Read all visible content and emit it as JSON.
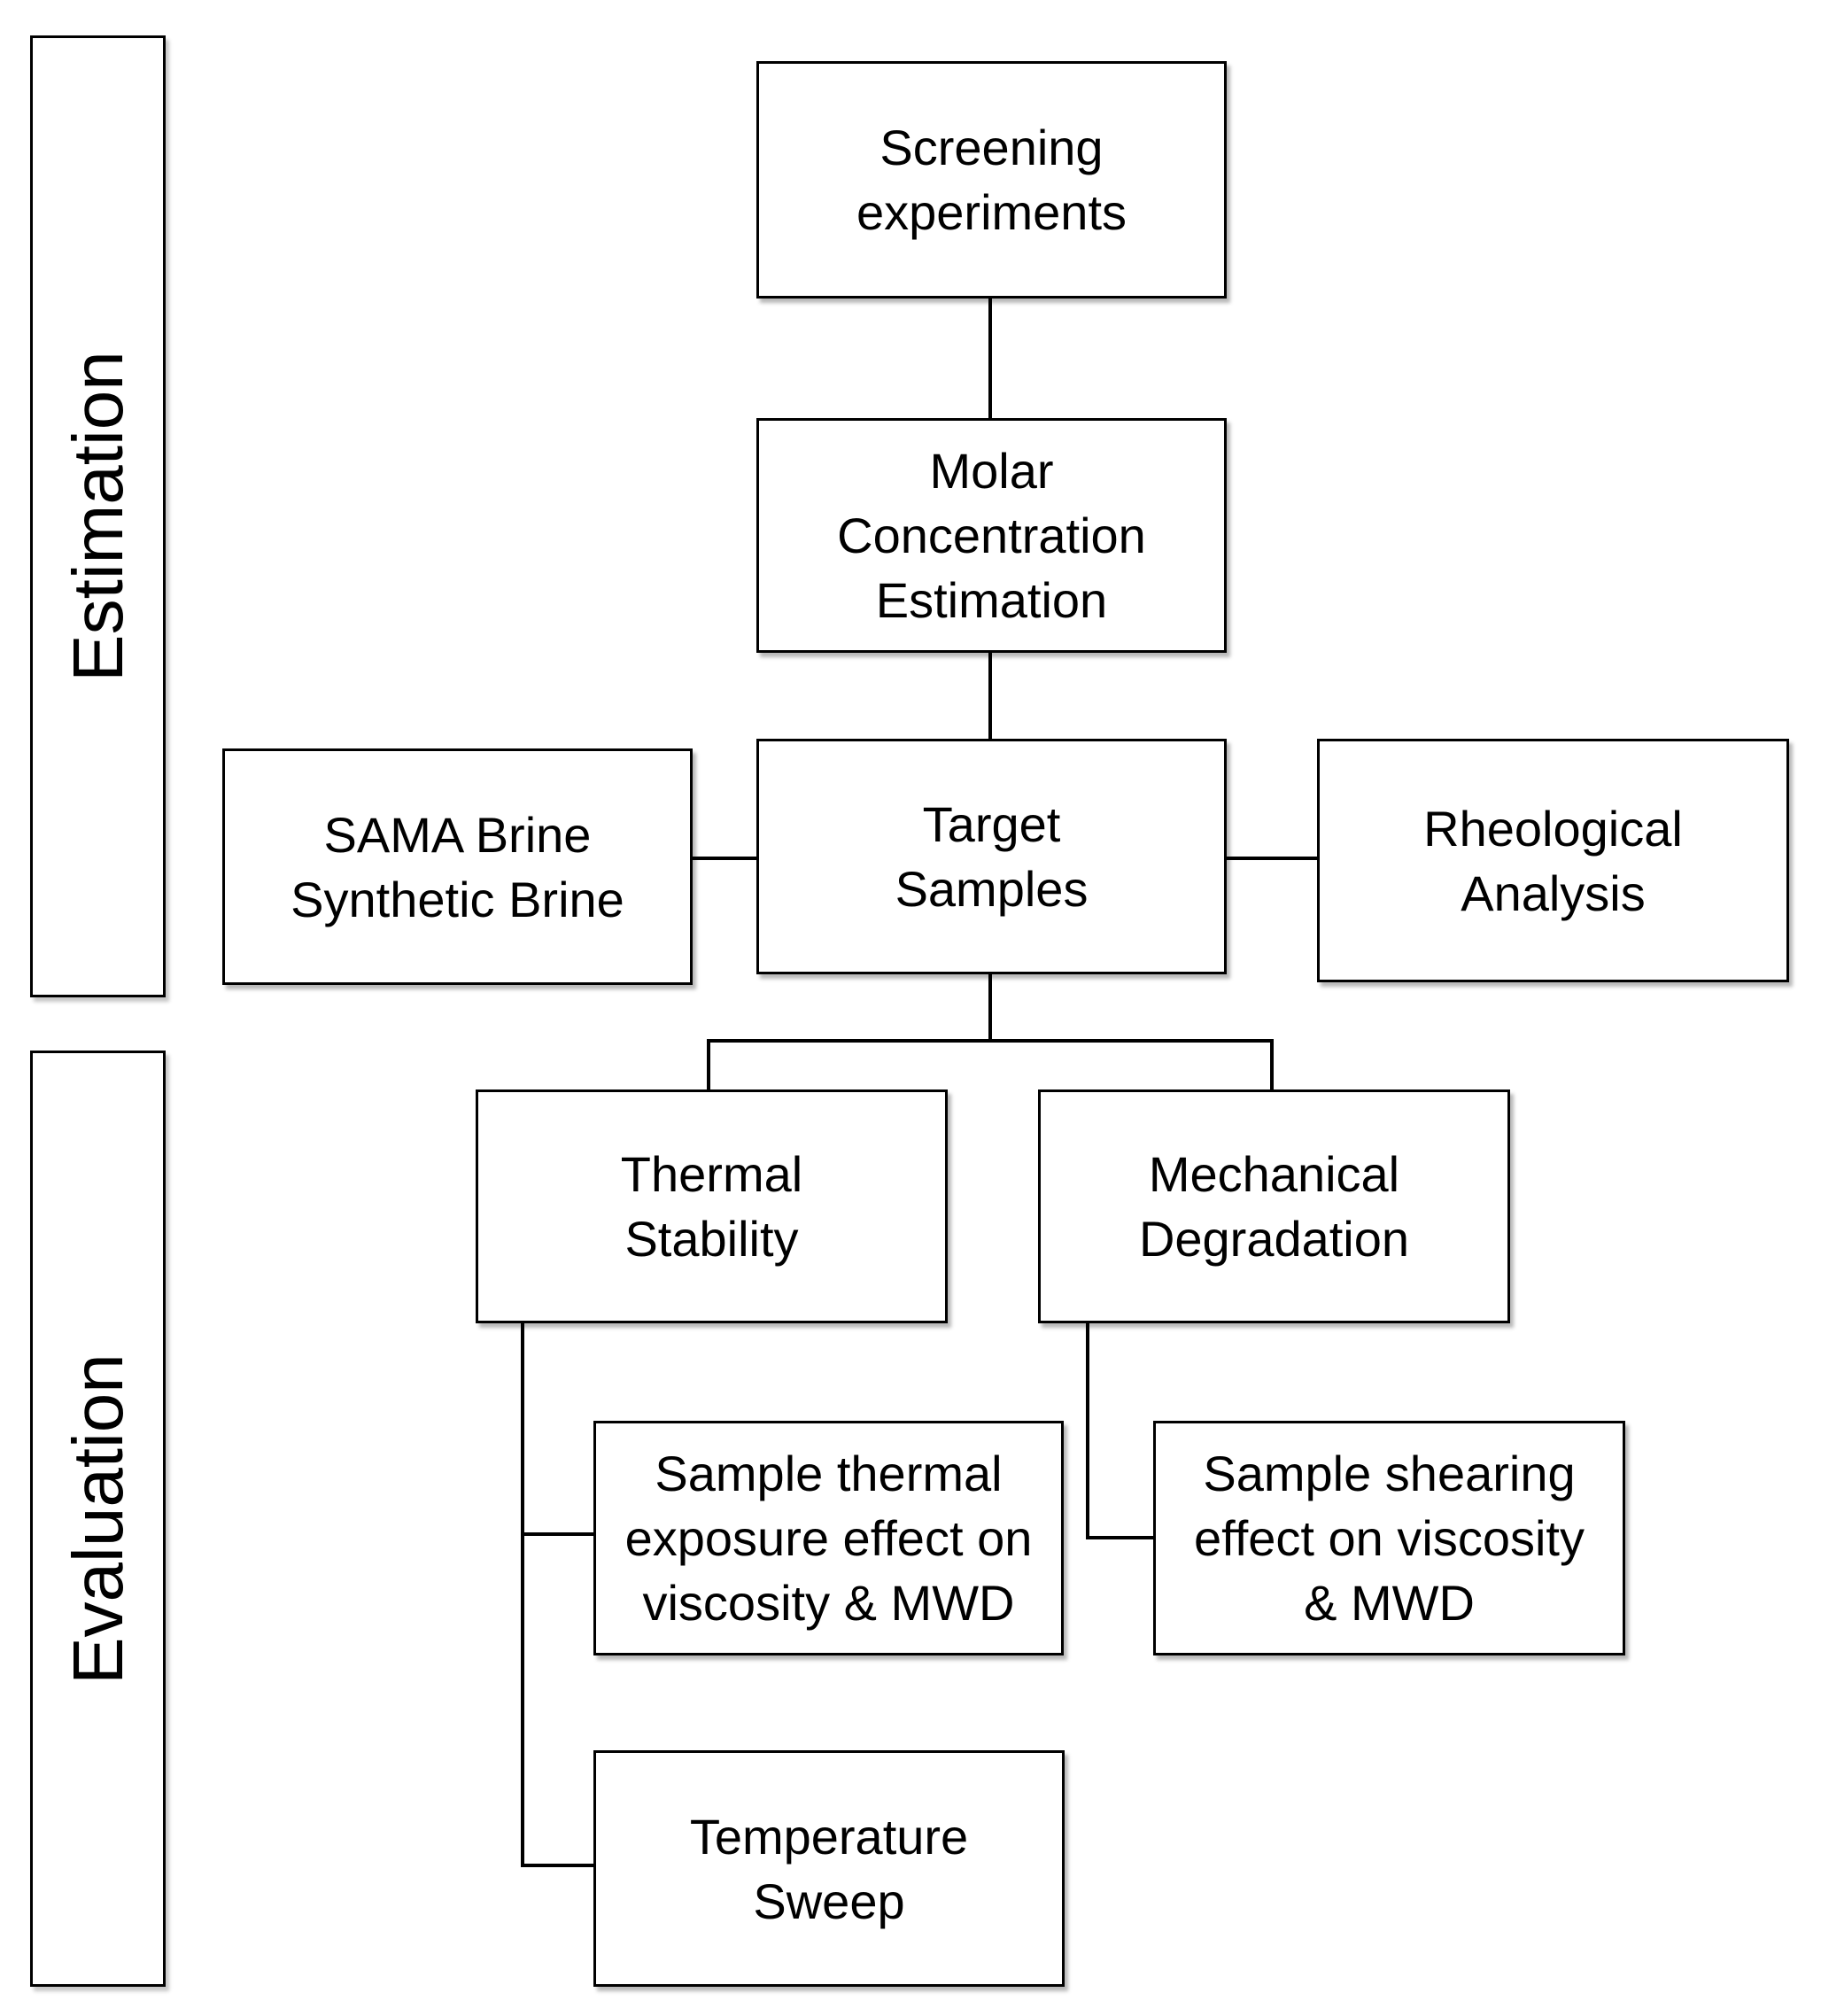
{
  "phases": {
    "estimation": "Estimation",
    "evaluation": "Evaluation"
  },
  "nodes": {
    "screening": "Screening\nexperiments",
    "molar": "Molar\nConcentration\nEstimation",
    "brine": "SAMA Brine\nSynthetic Brine",
    "target": "Target\nSamples",
    "rheological": "Rheological\nAnalysis",
    "thermal": "Thermal\nStability",
    "mechanical": "Mechanical\nDegradation",
    "thermal_exposure": "Sample thermal\nexposure effect on\nviscosity & MWD",
    "shearing": "Sample shearing\neffect on viscosity\n& MWD",
    "temperature_sweep": "Temperature\nSweep"
  },
  "colors": {
    "stroke": "#000000",
    "background": "#ffffff"
  }
}
